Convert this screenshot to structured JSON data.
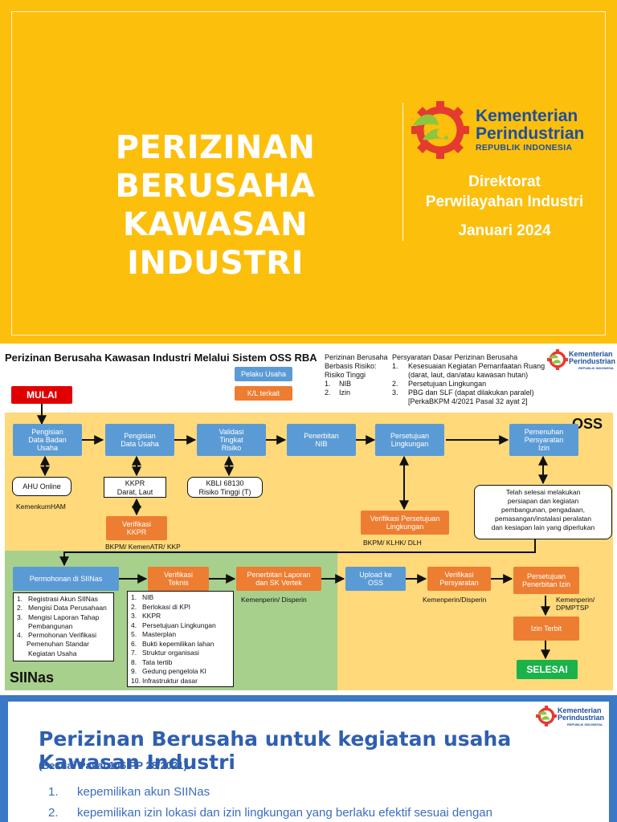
{
  "slide1": {
    "title_line1": "PERIZINAN BERUSAHA",
    "title_line2": "KAWASAN INDUSTRI",
    "logo_line1": "Kementerian",
    "logo_line2": "Perindustrian",
    "logo_line3": "REPUBLIK INDONESIA",
    "directorate_line1": "Direktorat",
    "directorate_line2": "Perwilayahan Industri",
    "date": "Januari 2024",
    "bg_color": "#fcbf0c"
  },
  "slide2": {
    "title": "Perizinan Berusaha Kawasan Industri Melalui Sistem OSS RBA",
    "legend": {
      "blue": "Pelaku Usaha",
      "orange": "K/L terkait"
    },
    "risk_info": {
      "line1": "Perizinan Berusaha",
      "line2": "Berbasis Risiko:",
      "line3": "Risiko Tinggi",
      "items": [
        {
          "n": "1.",
          "t": "NIB"
        },
        {
          "n": "2.",
          "t": "Izin"
        }
      ]
    },
    "basic_req": {
      "title": "Persyaratan Dasar Perizinan Berusaha",
      "items": [
        {
          "n": "1.",
          "t": "Kesesuaian Kegiatan Pemanfaatan Ruang",
          "t2": "(darat, laut, dan/atau kawasan hutan)"
        },
        {
          "n": "2.",
          "t": "Persetujuan Lingkungan",
          "t2": ""
        },
        {
          "n": "3.",
          "t": "PBG dan SLF (dapat dilakukan paralel)",
          "t2": "[PerkaBKPM 4/2021 Pasal 32 ayat 2]"
        }
      ]
    },
    "logo": {
      "l1": "Kementerian",
      "l2": "Perindustrian",
      "l3": "REPUBLIK INDONESIA"
    },
    "start": "MULAI",
    "end": "SELESAI",
    "zone_oss": "OSS",
    "zone_siinas": "SIINas",
    "oss_row": [
      {
        "l1": "Pengisian",
        "l2": "Data Badan",
        "l3": "Usaha"
      },
      {
        "l1": "Pengisian",
        "l2": "Data Usaha",
        "l3": ""
      },
      {
        "l1": "Validasi",
        "l2": "Tingkat",
        "l3": "Risiko"
      },
      {
        "l1": "Penerbitan",
        "l2": "NIB",
        "l3": ""
      },
      {
        "l1": "Persetujuan",
        "l2": "Lingkungan",
        "l3": ""
      },
      {
        "l1": "Pemenuhan",
        "l2": "Persyaratan",
        "l3": "Izin"
      }
    ],
    "ahu": "AHU Online",
    "ahu_cap": "KemenkumHAM",
    "kkpr_l1": "KKPR",
    "kkpr_l2": "Darat, Laut",
    "verif_kkpr_l1": "Verifikasi",
    "verif_kkpr_l2": "KKPR",
    "kkpr_cap": "BKPM/ KemenATR/ KKP",
    "kbli_l1": "KBLI 68130",
    "kbli_l2": "Risiko Tinggi (T)",
    "verif_ling_l1": "Verifikasi Persetujuan",
    "verif_ling_l2": "Lingkungan",
    "ling_cap": "BKPM/ KLHK/ DLH",
    "done_l1": "Telah selesai melakukan",
    "done_l2": "persiapan  dan kegiatan",
    "done_l3": "pembangunan, pengadaan,",
    "done_l4": "pemasangan/instalasi peralatan",
    "done_l5": "dan kesiapan lain yang diperlukan",
    "siinas_row": {
      "permohonan": "Permohonan di SIINas",
      "verif_teknis_l1": "Verifikasi",
      "verif_teknis_l2": "Teknis",
      "penerbitan_l1": "Penerbitan Laporan",
      "penerbitan_l2": "dan SK Vertek",
      "penerbitan_cap": "Kemenperin/ Disperin",
      "upload_l1": "Upload ke",
      "upload_l2": "OSS",
      "verif_pers_l1": "Verifikasi",
      "verif_pers_l2": "Persyaratan",
      "verif_pers_cap": "Kemenperin/Disperin",
      "persetujuan_l1": "Persetujuan",
      "persetujuan_l2": "Penerbitan Izin",
      "persetujuan_cap_l1": "Kemenperin/",
      "persetujuan_cap_l2": "DPMPTSP",
      "izin_terbit": "Izin Terbit"
    },
    "siinas_list": [
      {
        "n": "1.",
        "t": "Registrasi Akun SIINas"
      },
      {
        "n": "2.",
        "t": "Mengisi Data Perusahaan"
      },
      {
        "n": "3.",
        "t": "Mengisi Laporan Tahap"
      },
      {
        "n": "",
        "t": "Pembangunan"
      },
      {
        "n": "4.",
        "t": "Permohonan Verifikasi"
      },
      {
        "n": "",
        "t": "Pemenuhan  Standar"
      },
      {
        "n": "",
        "t": "Kegiatan Usaha"
      }
    ],
    "teknis_list": [
      {
        "n": "1.",
        "t": "NIB"
      },
      {
        "n": "2.",
        "t": "Berlokasi di KPI"
      },
      {
        "n": "3.",
        "t": "KKPR"
      },
      {
        "n": "4.",
        "t": "Persetujuan Lingkungan"
      },
      {
        "n": "5.",
        "t": "Masterplan"
      },
      {
        "n": "6.",
        "t": "Bukti kepemilikan lahan"
      },
      {
        "n": "7.",
        "t": "Struktur organisasi"
      },
      {
        "n": "8.",
        "t": "Tata tertib"
      },
      {
        "n": "9.",
        "t": "Gedung pengelola KI"
      },
      {
        "n": "10.",
        "t": "Infrastruktur dasar"
      }
    ]
  },
  "slide3": {
    "title": "Perizinan Berusaha untuk kegiatan usaha Kawasan Industri",
    "subtitle": "(Sesuai Pasal 146 PP 28/2021)",
    "items": [
      {
        "n": "1.",
        "t": "kepemilikan akun SIINas"
      },
      {
        "n": "2.",
        "t": "kepemilikan izin lokasi dan izin lingkungan yang berlaku efektif sesuai dengan"
      }
    ],
    "logo": {
      "l1": "Kementerian",
      "l2": "Perindustrian",
      "l3": "REPUBLIK INDONESIA"
    }
  }
}
